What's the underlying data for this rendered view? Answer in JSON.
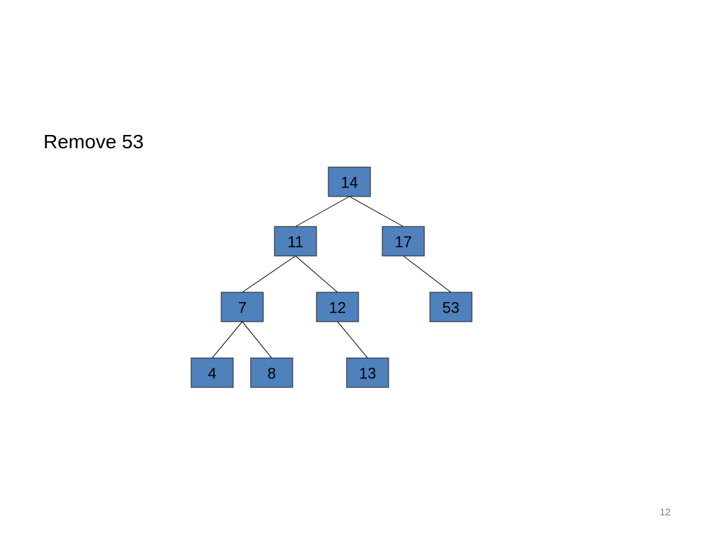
{
  "slide": {
    "title": "Remove 53",
    "page_number": "12"
  },
  "tree": {
    "nodes": [
      {
        "id": "n14",
        "label": "14"
      },
      {
        "id": "n11",
        "label": "11"
      },
      {
        "id": "n17",
        "label": "17"
      },
      {
        "id": "n7",
        "label": "7"
      },
      {
        "id": "n12",
        "label": "12"
      },
      {
        "id": "n53",
        "label": "53"
      },
      {
        "id": "n4",
        "label": "4"
      },
      {
        "id": "n8",
        "label": "8"
      },
      {
        "id": "n13",
        "label": "13"
      }
    ],
    "edges": [
      [
        "n14",
        "n11"
      ],
      [
        "n14",
        "n17"
      ],
      [
        "n11",
        "n7"
      ],
      [
        "n11",
        "n12"
      ],
      [
        "n17",
        "n53"
      ],
      [
        "n7",
        "n4"
      ],
      [
        "n7",
        "n8"
      ],
      [
        "n12",
        "n13"
      ]
    ],
    "node_fill": "#4f81bd",
    "node_border": "#1f1f1f"
  }
}
